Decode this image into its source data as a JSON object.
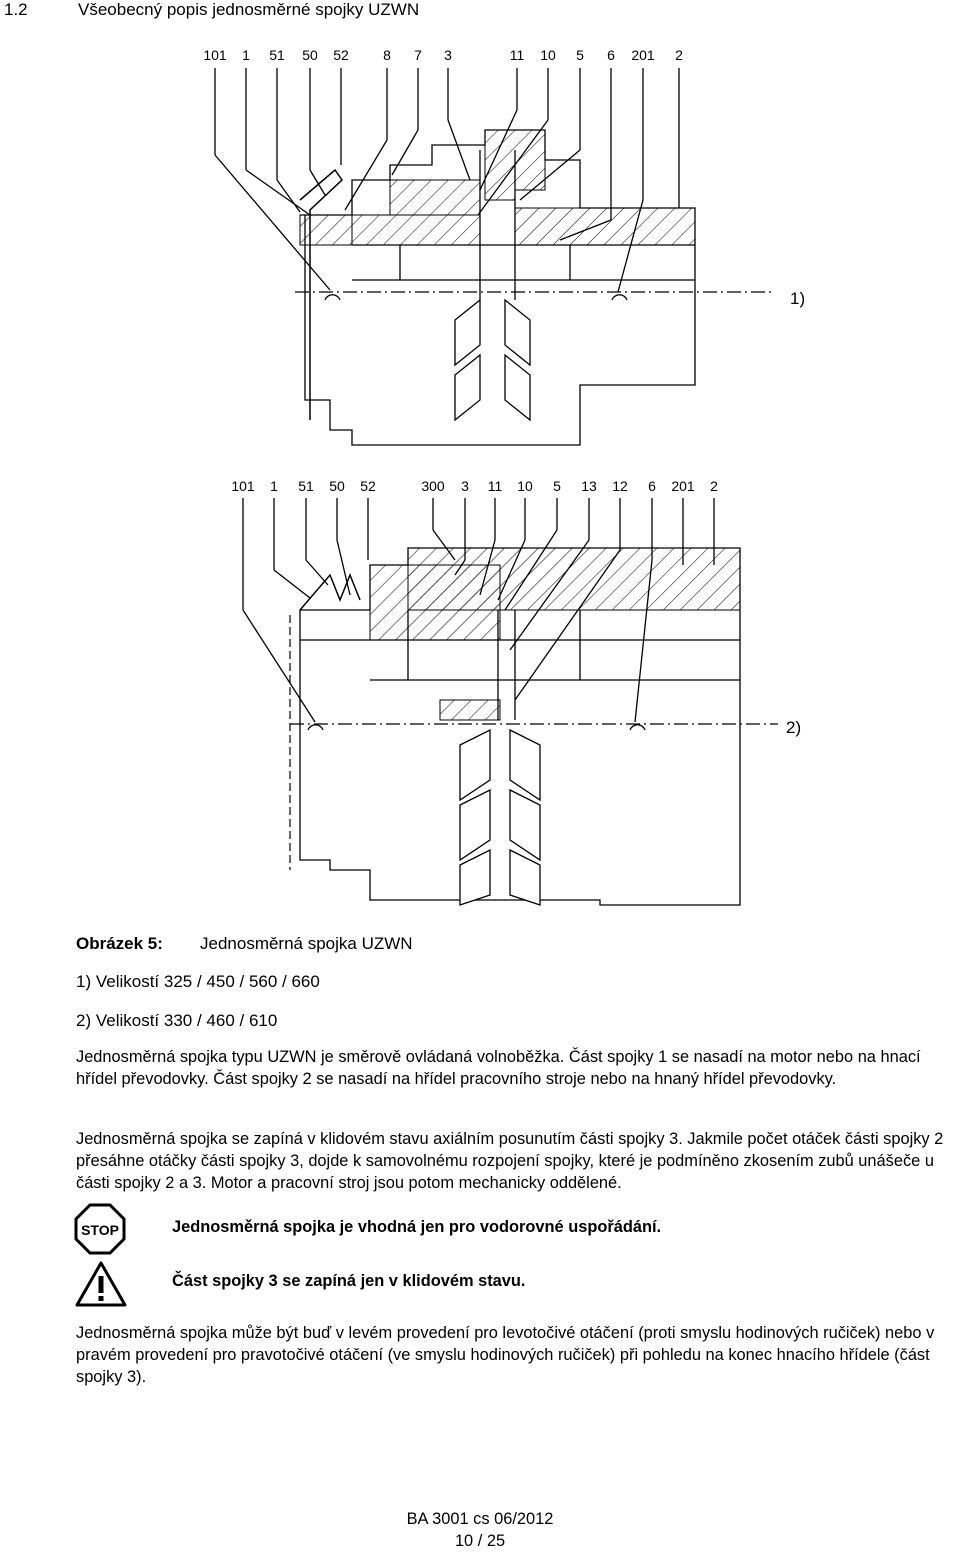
{
  "header": {
    "section_number": "1.2",
    "section_title": "Všeobecný popis jednosměrné spojky UZWN"
  },
  "figure1": {
    "callouts": [
      "101",
      "1",
      "51",
      "50",
      "52",
      "8",
      "7",
      "3",
      "11",
      "10",
      "5",
      "6",
      "201",
      "2"
    ],
    "label": "1)"
  },
  "figure2": {
    "callouts": [
      "101",
      "1",
      "51",
      "50",
      "52",
      "300",
      "3",
      "11",
      "10",
      "5",
      "13",
      "12",
      "6",
      "201",
      "2"
    ],
    "label": "2)"
  },
  "caption": {
    "figure_label": "Obrázek 5:",
    "figure_title": "Jednosměrná spojka UZWN",
    "size1": "1) Velikostí 325 / 450 / 560 / 660",
    "size2": "2) Velikostí 330 / 460 / 610"
  },
  "paragraphs": [
    "Jednosměrná spojka typu UZWN je směrově ovládaná volnoběžka. Část spojky 1 se nasadí na motor nebo na hnací hřídel převodovky. Část spojky 2 se nasadí na hřídel pracovního stroje nebo na hnaný hřídel převodovky.",
    "Jednosměrná spojka se zapíná v klidovém stavu axiálním posunutím části spojky 3. Jakmile počet otáček části spojky 2 přesáhne otáčky části spojky 3, dojde k samovolnému rozpojení spojky, které je podmíněno zkosením zubů unášeče u části spojky 2 a 3. Motor a pracovní stroj jsou potom mechanicky oddělené."
  ],
  "notices": {
    "stop_icon_text": "STOP",
    "stop_text": "Jednosměrná spojka je vhodná jen pro vodorovné uspořádání.",
    "warning_text": "Část spojky 3 se zapíná jen v klidovém stavu."
  },
  "final_paragraph": "Jednosměrná spojka může být buď v levém provedení pro levotočivé otáčení (proti smyslu hodinových ručiček) nebo v pravém provedení pro pravotočivé otáčení (ve smyslu hodinových ručiček) při pohledu na konec hnacího hřídele (část spojky 3).",
  "footer": {
    "doc_id": "BA 3001 cs 06/2012",
    "page": "10 / 25"
  }
}
